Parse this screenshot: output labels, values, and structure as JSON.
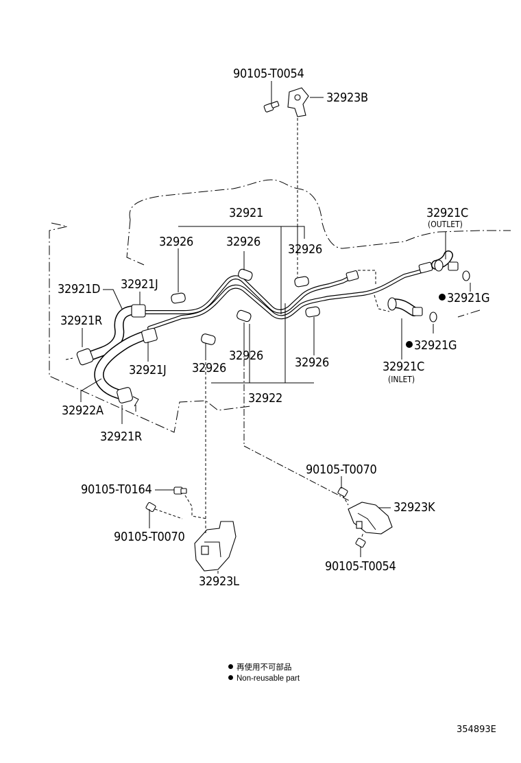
{
  "labels": {
    "p90105_t0054_top": "90105-T0054",
    "p32923b": "32923B",
    "p32921": "32921",
    "p32926_a": "32926",
    "p32926_b": "32926",
    "p32926_c": "32926",
    "p32926_d": "32926",
    "p32926_e": "32926",
    "p32926_f": "32926",
    "p32921c_outlet": "32921C",
    "outlet": "(OUTLET)",
    "p32921d": "32921D",
    "p32921j_top": "32921J",
    "p32921r_top": "32921R",
    "p32921g_top": "32921G",
    "p32921g_bottom": "32921G",
    "p32921j_bottom": "32921J",
    "p32921c_inlet": "32921C",
    "inlet": "(INLET)",
    "p32922a": "32922A",
    "p32922": "32922",
    "p32921r_bottom": "32921R",
    "p90105_t0070_right": "90105-T0070",
    "p90105_t0164": "90105-T0164",
    "p32923k": "32923K",
    "p90105_t0070_left": "90105-T0070",
    "p90105_t0054_bottom": "90105-T0054",
    "p32923l": "32923L"
  },
  "legend": {
    "line1": "再使用不可部品",
    "line2": "Non-reusable part"
  },
  "drawing_number": "354893E",
  "colors": {
    "ink": "#000000",
    "paper": "#ffffff"
  },
  "icons": {
    "non_reusable_marker": "filled-circle"
  }
}
